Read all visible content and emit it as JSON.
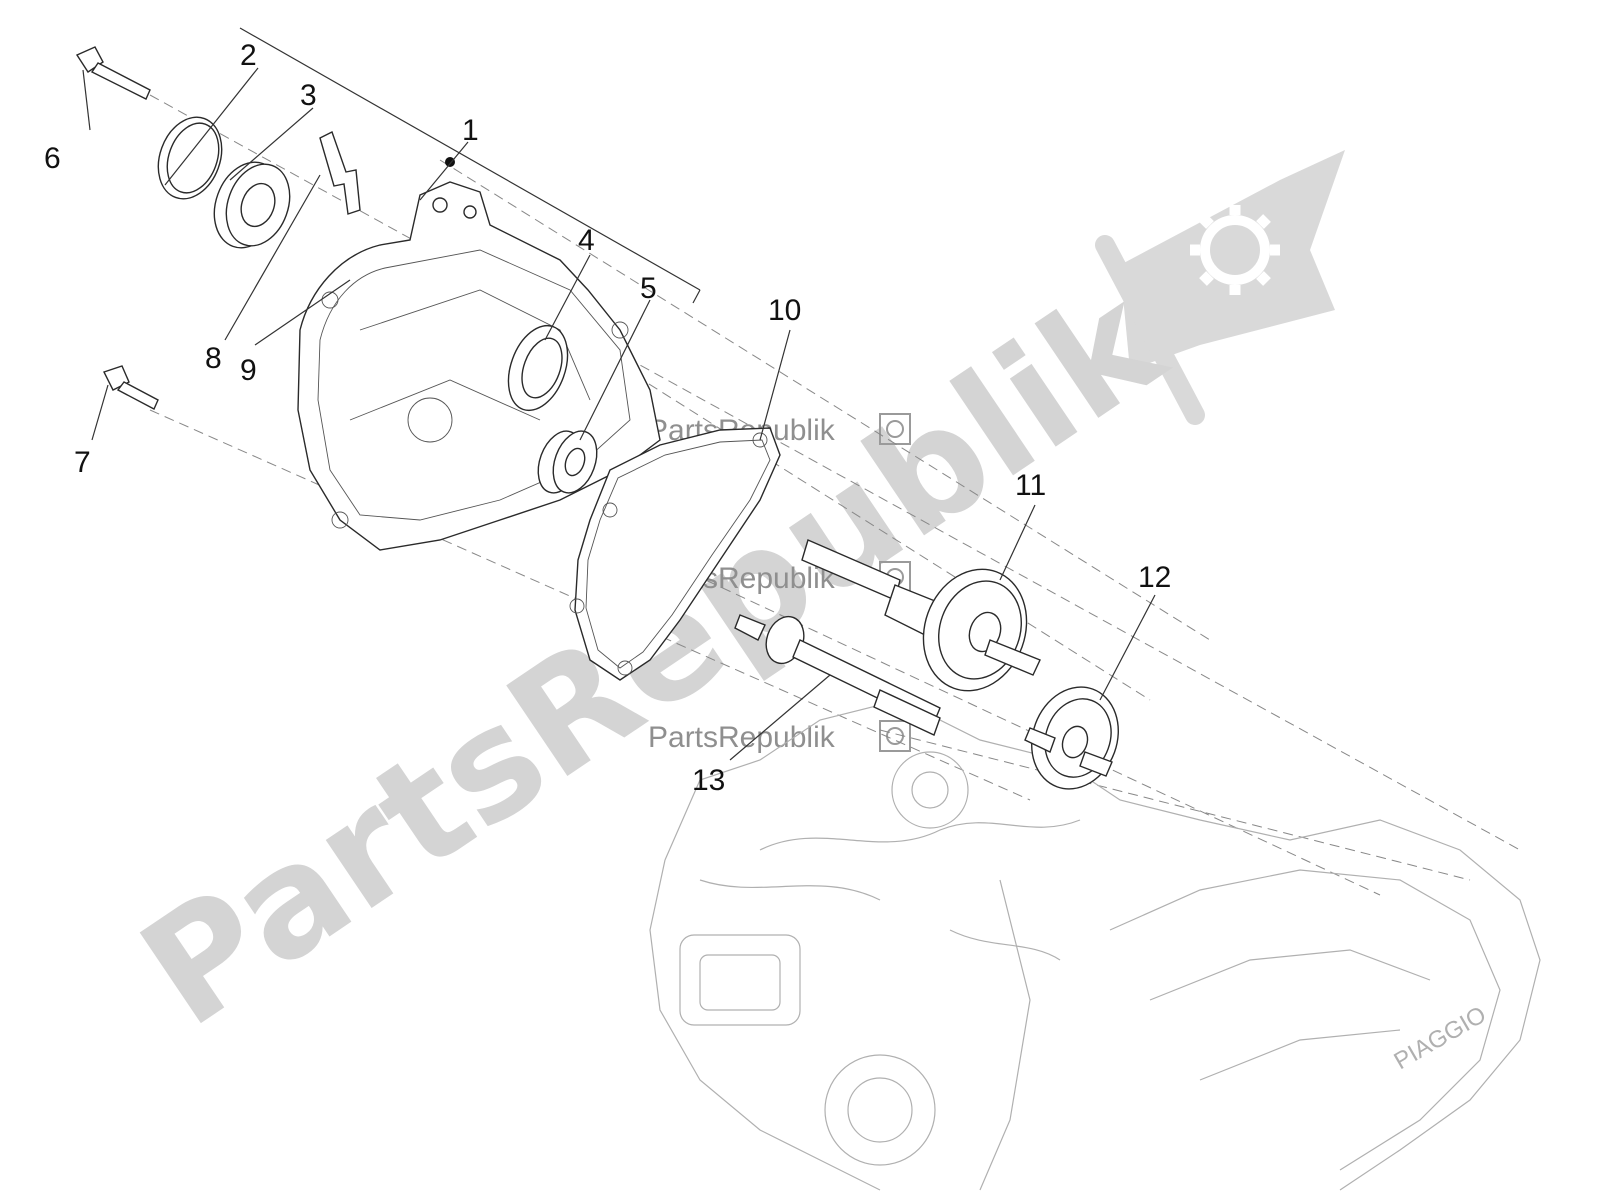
{
  "watermark": {
    "main_text": "PartsRepublik",
    "small_text": "PartsRepublik",
    "accent_color": "#d4d4d4",
    "icon": "gear-flag-icon"
  },
  "engine_label": "PIAGGIO",
  "callouts": [
    "1",
    "2",
    "3",
    "4",
    "5",
    "6",
    "7",
    "8",
    "9",
    "10",
    "11",
    "12",
    "13"
  ]
}
